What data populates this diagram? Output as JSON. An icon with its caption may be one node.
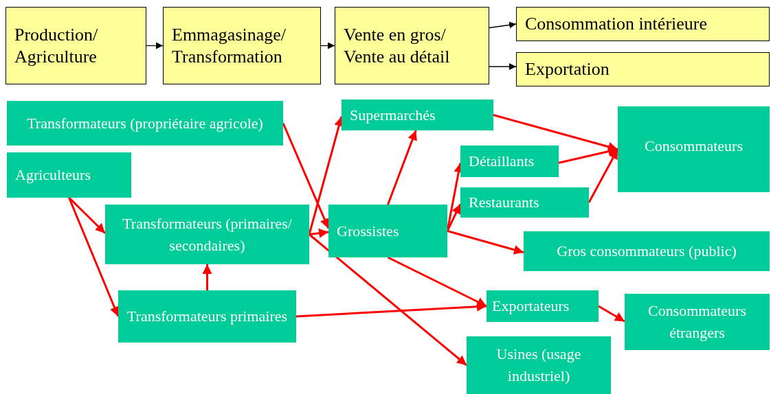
{
  "diagram": {
    "nodes": [
      {
        "text": [
          "Production/ Agriculture"
        ]
      },
      {
        "text": [
          "Emmagasinage/ Transformation"
        ]
      },
      {
        "text": [
          "Vente en gros/ Vente au détail"
        ]
      },
      {
        "text": [
          "Consommation intérieure"
        ]
      },
      {
        "text": [
          "Exportation"
        ]
      },
      {
        "text": [
          "Transformateurs (propriétaire agricole)"
        ]
      },
      {
        "text": [
          "Supermarchés"
        ]
      },
      {
        "text": [
          "Consommateurs"
        ]
      },
      {
        "text": [
          "Agriculteurs"
        ]
      },
      {
        "text": [
          "Détaillants"
        ]
      },
      {
        "text": [
          "Restaurants"
        ]
      },
      {
        "text": [
          "Transformateurs (primaires/ secondaires)"
        ]
      },
      {
        "text": [
          "Grossistes"
        ]
      },
      {
        "text": [
          "Gros consommateurs (public)"
        ]
      },
      {
        "text": [
          "Transformateurs primaires"
        ]
      },
      {
        "text": [
          "Exportateurs"
        ]
      },
      {
        "text": [
          "Consommateurs étrangers"
        ]
      },
      {
        "text": [
          "Usines (usage industriel)"
        ]
      }
    ],
    "edges": [
      {
        "from": 0,
        "to": 1,
        "arrow": "to",
        "color": "#000000"
      },
      {
        "from": 1,
        "to": 2,
        "arrow": "to",
        "color": "#000000"
      },
      {
        "from": 2,
        "to": 3,
        "arrow": "to",
        "color": "#000000"
      },
      {
        "from": 2,
        "to": 4,
        "arrow": "to",
        "color": "#000000"
      },
      {
        "from": 5,
        "to": 12,
        "arrow": "to"
      },
      {
        "from": 8,
        "to": 11,
        "arrow": "to"
      },
      {
        "from": 8,
        "to": 14,
        "arrow": "to"
      },
      {
        "from": 14,
        "to": 11,
        "arrow": "to"
      },
      {
        "from": 11,
        "to": 12,
        "arrow": "to"
      },
      {
        "from": 11,
        "to": 6,
        "arrow": "to"
      },
      {
        "from": 11,
        "to": 17,
        "arrow": "to"
      },
      {
        "from": 12,
        "to": 6,
        "arrow": "to"
      },
      {
        "from": 12,
        "to": 9,
        "arrow": "to"
      },
      {
        "from": 12,
        "to": 10,
        "arrow": "to"
      },
      {
        "from": 12,
        "to": 13,
        "arrow": "to"
      },
      {
        "from": 12,
        "to": 15,
        "arrow": "to"
      },
      {
        "from": 14,
        "to": 15,
        "arrow": "to"
      },
      {
        "from": 6,
        "to": 7,
        "arrow": "to"
      },
      {
        "from": 9,
        "to": 7,
        "arrow": "to"
      },
      {
        "from": 10,
        "to": 7,
        "arrow": "to"
      },
      {
        "from": 15,
        "to": 16,
        "arrow": "to"
      }
    ]
  }
}
